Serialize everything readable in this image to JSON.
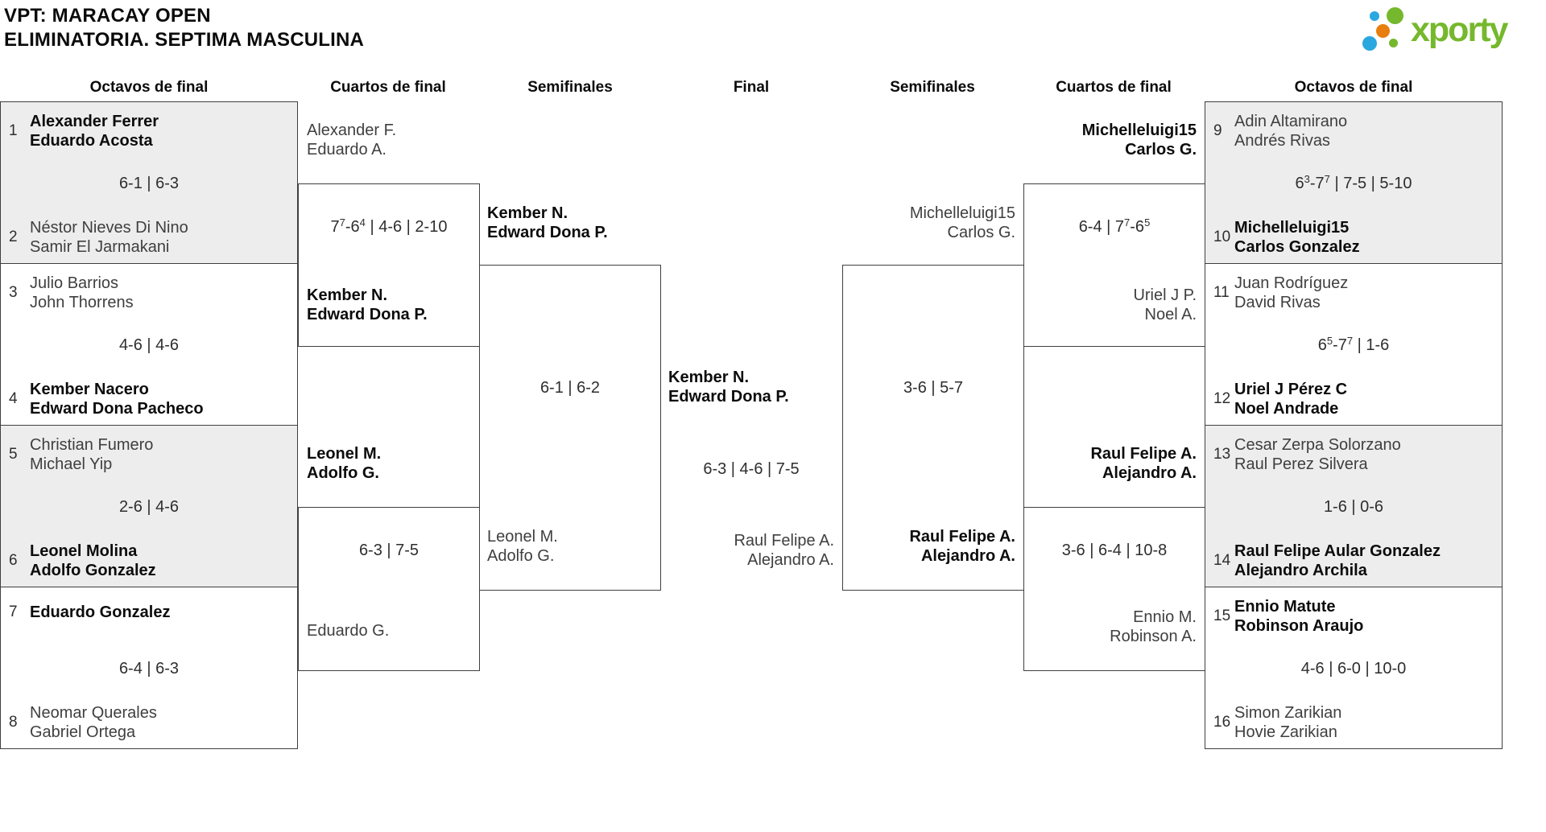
{
  "header": {
    "line1": "VPT: MARACAY OPEN",
    "line2": "ELIMINATORIA. SEPTIMA MASCULINA"
  },
  "logo": {
    "text": "xporty"
  },
  "colors": {
    "logo_green": "#76b82d",
    "logo_blue": "#29a8e0",
    "logo_orange": "#e87e0e",
    "box_fill": "#ededed",
    "line": "#3f3f3f"
  },
  "round_headers": [
    "Octavos de final",
    "Cuartos de final",
    "Semifinales",
    "Final",
    "Semifinales",
    "Cuartos de final",
    "Octavos de final"
  ],
  "bracket": {
    "octavos_left": [
      {
        "seed_a": "1",
        "team_a": [
          "Alexander Ferrer",
          "Eduardo Acosta"
        ],
        "bold_a": true,
        "score": "6-1 | 6-3",
        "seed_b": "2",
        "team_b": [
          "Néstor Nieves Di Nino",
          "Samir El Jarmakani"
        ],
        "bold_b": false
      },
      {
        "seed_a": "3",
        "team_a": [
          "Julio Barrios",
          "John Thorrens"
        ],
        "bold_a": false,
        "score": "4-6 | 4-6",
        "seed_b": "4",
        "team_b": [
          "Kember Nacero",
          "Edward Dona Pacheco"
        ],
        "bold_b": true
      },
      {
        "seed_a": "5",
        "team_a": [
          "Christian Fumero",
          "Michael Yip"
        ],
        "bold_a": false,
        "score": "2-6 | 4-6",
        "seed_b": "6",
        "team_b": [
          "Leonel Molina",
          "Adolfo Gonzalez"
        ],
        "bold_b": true
      },
      {
        "seed_a": "7",
        "team_a": [
          "Eduardo Gonzalez"
        ],
        "bold_a": true,
        "score": "6-4 | 6-3",
        "seed_b": "8",
        "team_b": [
          "Neomar Querales",
          "Gabriel Ortega"
        ],
        "bold_b": false
      }
    ],
    "cuartos_left": [
      {
        "team_a": [
          "Alexander F.",
          "Eduardo A."
        ],
        "bold_a": false,
        "score": "7^7-6^4 | 4-6 | 2-10",
        "team_b": [
          "Kember N.",
          "Edward Dona P."
        ],
        "bold_b": true
      },
      {
        "team_a": [
          "Leonel M.",
          "Adolfo G."
        ],
        "bold_a": true,
        "score": "6-3 | 7-5",
        "team_b": [
          "Eduardo G."
        ],
        "bold_b": false
      }
    ],
    "semi_left": {
      "team_a": [
        "Kember N.",
        "Edward Dona P."
      ],
      "bold_a": true,
      "score": "6-1 | 6-2",
      "team_b": [
        "Leonel M.",
        "Adolfo G."
      ],
      "bold_b": false
    },
    "final": {
      "team_a": [
        "Kember N.",
        "Edward Dona P."
      ],
      "bold_a": true,
      "score": "6-3 | 4-6 | 7-5",
      "team_b": [
        "Raul Felipe A.",
        "Alejandro A."
      ],
      "bold_b": false
    },
    "semi_right": {
      "team_a": [
        "Michelleluigi15",
        "Carlos G."
      ],
      "bold_a": false,
      "score": "3-6 | 5-7",
      "team_b": [
        "Raul Felipe A.",
        "Alejandro A."
      ],
      "bold_b": true
    },
    "cuartos_right": [
      {
        "team_a": [
          "Michelleluigi15",
          "Carlos G."
        ],
        "bold_a": true,
        "score": "6-4 | 7^7-6^5",
        "team_b": [
          "Uriel J P.",
          "Noel A."
        ],
        "bold_b": false
      },
      {
        "team_a": [
          "Raul Felipe A.",
          "Alejandro A."
        ],
        "bold_a": true,
        "score": "3-6 | 6-4 | 10-8",
        "team_b": [
          "Ennio M.",
          "Robinson A."
        ],
        "bold_b": false
      }
    ],
    "octavos_right": [
      {
        "seed_a": "9",
        "team_a": [
          "Adin Altamirano",
          "Andrés Rivas"
        ],
        "bold_a": false,
        "score": "6^3-7^7 | 7-5 | 5-10",
        "seed_b": "10",
        "team_b": [
          "Michelleluigi15",
          "Carlos Gonzalez"
        ],
        "bold_b": true
      },
      {
        "seed_a": "11",
        "team_a": [
          "Juan Rodríguez",
          "David Rivas"
        ],
        "bold_a": false,
        "score": "6^5-7^7 | 1-6",
        "seed_b": "12",
        "team_b": [
          "Uriel J Pérez C",
          "Noel Andrade"
        ],
        "bold_b": true
      },
      {
        "seed_a": "13",
        "team_a": [
          "Cesar Zerpa Solorzano",
          "Raul Perez Silvera"
        ],
        "bold_a": false,
        "score": "1-6 | 0-6",
        "seed_b": "14",
        "team_b": [
          "Raul Felipe Aular Gonzalez",
          "Alejandro Archila"
        ],
        "bold_b": true
      },
      {
        "seed_a": "15",
        "team_a": [
          "Ennio Matute",
          "Robinson Araujo"
        ],
        "bold_a": true,
        "score": "4-6 | 6-0 | 10-0",
        "seed_b": "16",
        "team_b": [
          "Simon Zarikian",
          "Hovie Zarikian"
        ],
        "bold_b": false
      }
    ]
  }
}
